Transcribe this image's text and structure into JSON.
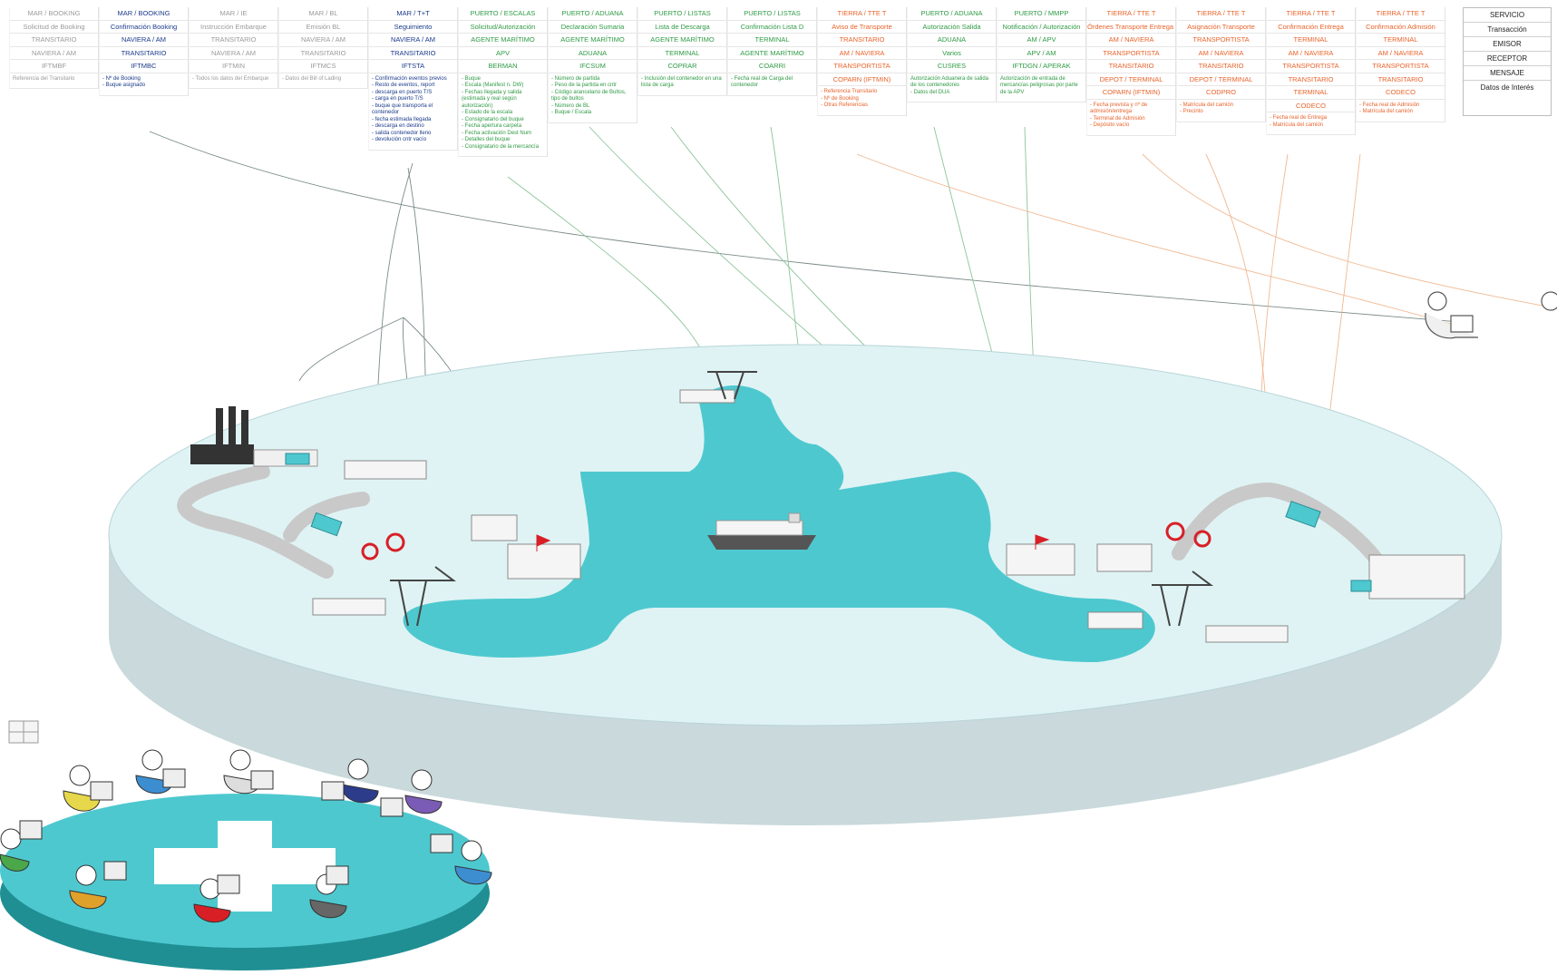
{
  "legend": {
    "rows": [
      "SERVICIO",
      "Transacción",
      "EMISOR",
      "RECEPTOR",
      "MENSAJE",
      "Datos de Interés"
    ]
  },
  "colors": {
    "gray": "#9a9a9a",
    "blue": "#1a3a8a",
    "green": "#2e9a44",
    "orange": "#e8632b",
    "water": "#4ec8cf",
    "platform": "#dff3f4",
    "platform_side": "#c9d9dc"
  },
  "columns": [
    {
      "color": "gray",
      "rows": [
        "MAR / BOOKING",
        "Solicitud de Booking",
        "TRANSITARIO",
        "NAVIERA / AM",
        "IFTMBF"
      ],
      "details": [
        "Referencia del Transitario"
      ]
    },
    {
      "color": "blue",
      "rows": [
        "MAR / BOOKING",
        "Confirmación Booking",
        "NAVIERA / AM",
        "TRANSITARIO",
        "IFTMBC"
      ],
      "details": [
        "- Nº de Booking",
        "- Buque asignado"
      ]
    },
    {
      "color": "gray",
      "rows": [
        "MAR / IE",
        "Instrucción Embarque",
        "TRANSITARIO",
        "NAVIERA / AM",
        "IFTMIN"
      ],
      "details": [
        "- Todos los datos del Embarque"
      ]
    },
    {
      "color": "gray",
      "rows": [
        "MAR / BL",
        "Emisión BL",
        "NAVIERA / AM",
        "TRANSITARIO",
        "IFTMCS"
      ],
      "details": [
        "- Datos del Bill of Lading"
      ]
    },
    {
      "color": "blue",
      "rows": [
        "MAR / T+T",
        "Seguimiento",
        "NAVIERA / AM",
        "TRANSITARIO",
        "IFTSTA"
      ],
      "details": [
        "- Confirmación eventos previos",
        "- Resto de eventos, report",
        "- descarga en puerto T/S",
        "- carga en puerto T/S",
        "- buque que transporta el contenedor",
        "- fecha estimada llegada",
        "- descarga en destino",
        "- salida contenedor lleno",
        "- devolución cntr vacío"
      ]
    },
    {
      "color": "green",
      "rows": [
        "PUERTO / ESCALAS",
        "Solicitud/Autorización",
        "AGENTE MARÍTIMO",
        "APV",
        "BERMAN"
      ],
      "details": [
        "- Buque",
        "- Escala (Manifest n. DW)",
        "- Fechas llegada y salida (estimada y real según autorización)",
        "- Estado de la escala",
        "- Consignatario del buque",
        "- Fecha apertura carpeta",
        "- Fecha activación Dest Num",
        "- Detalles del buque",
        "- Consignatario de la mercancía"
      ]
    },
    {
      "color": "green",
      "rows": [
        "PUERTO / ADUANA",
        "Declaración Sumaria",
        "AGENTE MARÍTIMO",
        "ADUANA",
        "IFCSUM"
      ],
      "details": [
        "- Número de partida",
        "- Peso de la partida en cntr",
        "- Código arancelario de Bultos, tipo de bultos",
        "- Número de BL",
        "- Buque / Escala"
      ]
    },
    {
      "color": "green",
      "rows": [
        "PUERTO / LISTAS",
        "Lista de Descarga",
        "AGENTE MARÍTIMO",
        "TERMINAL",
        "COPRAR"
      ],
      "details": [
        "- Inclusión del contenedor en una lista de carga"
      ]
    },
    {
      "color": "green",
      "rows": [
        "PUERTO / LISTAS",
        "Confirmación Lista D",
        "TERMINAL",
        "AGENTE MARÍTIMO",
        "COARRI"
      ],
      "details": [
        "- Fecha real de Carga del contenedor"
      ]
    },
    {
      "color": "orange",
      "rows": [
        "TIERRA / TTE T",
        "Aviso de Transporte",
        "TRANSITARIO",
        "AM / NAVIERA",
        "TRANSPORTISTA",
        "COPARN (IFTMIN)"
      ],
      "details": [
        "- Referencia Transitario",
        "- Nº de Booking",
        "- Otras Referencias"
      ]
    },
    {
      "color": "green",
      "rows": [
        "PUERTO / ADUANA",
        "Autorización Salida",
        "ADUANA",
        "Varios",
        "CUSRES"
      ],
      "details": [
        "Autorización Aduanera de salida de los contenedores",
        "- Datos del DUA"
      ]
    },
    {
      "color": "green",
      "rows": [
        "PUERTO / MMPP",
        "Notificación / Autorización",
        "AM / APV",
        "APV / AM",
        "IFTDGN / APERAK"
      ],
      "details": [
        "Autorización de entrada de mercancías peligrosas por parte de la APV"
      ]
    },
    {
      "color": "orange",
      "rows": [
        "TIERRA / TTE T",
        "Órdenes Transporte Entrega y Admisión",
        "AM / NAVIERA",
        "TRANSPORTISTA",
        "TRANSITARIO",
        "DEPOT / TERMINAL",
        "COPARN (IFTMIN)"
      ],
      "details": [
        "- Fecha prevista y nº de admisión/entrega",
        "- Terminal de Admisión",
        "- Depósito vacío"
      ]
    },
    {
      "color": "orange",
      "rows": [
        "TIERRA / TTE T",
        "Asignación Transporte",
        "TRANSPORTISTA",
        "AM / NAVIERA",
        "TRANSITARIO",
        "DEPOT / TERMINAL",
        "CODPRO"
      ],
      "details": [
        "- Matrícula del camión",
        "- Precinto"
      ]
    },
    {
      "color": "orange",
      "rows": [
        "TIERRA / TTE T",
        "Confirmación Entrega",
        "TERMINAL",
        "AM / NAVIERA",
        "TRANSPORTISTA",
        "TRANSITARIO",
        "TERMINAL",
        "CODECO"
      ],
      "details": [
        "- Fecha real de Entrega",
        "- Matrícula del camión"
      ]
    },
    {
      "color": "orange",
      "rows": [
        "TIERRA / TTE T",
        "Confirmación Admisión",
        "TERMINAL",
        "AM / NAVIERA",
        "TRANSPORTISTA",
        "TRANSITARIO",
        "CODECO"
      ],
      "details": [
        "- Fecha real de Admisión",
        "- Matrícula del camión"
      ]
    }
  ]
}
